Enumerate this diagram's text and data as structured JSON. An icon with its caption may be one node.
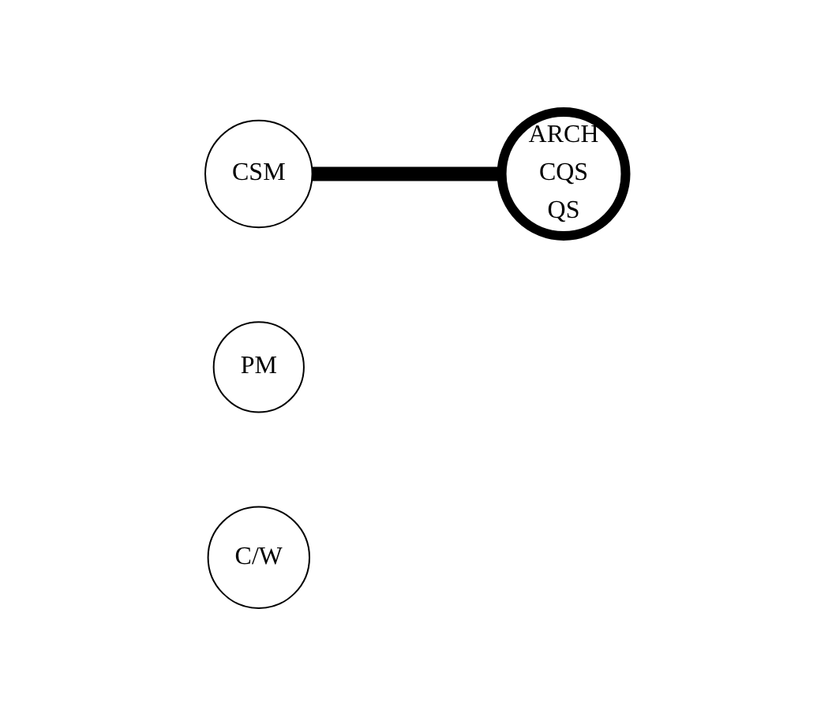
{
  "diagram": {
    "nodes": [
      {
        "text": [
          "CSM"
        ]
      },
      {
        "text": [
          "ARCH",
          "CQS",
          "QS"
        ]
      },
      {
        "text": [
          "PM"
        ]
      },
      {
        "text": [
          "C/W"
        ]
      }
    ],
    "edges": [
      {
        "from": 0,
        "to": 1,
        "arrow": "none"
      }
    ]
  }
}
